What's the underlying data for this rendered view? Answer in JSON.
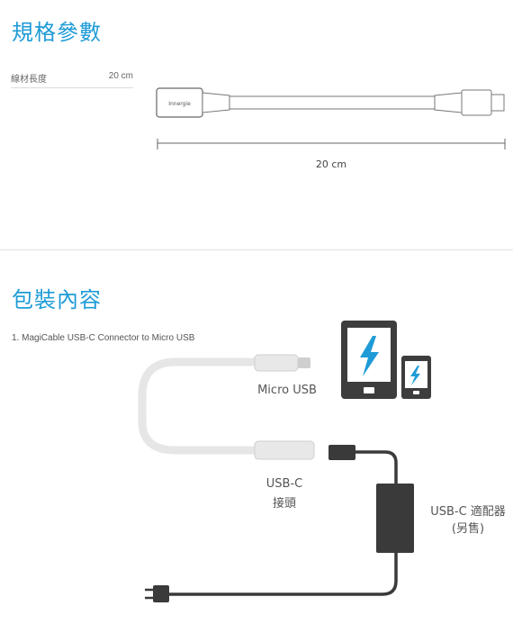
{
  "spec": {
    "title": "規格參數",
    "rows": [
      {
        "label": "線材長度",
        "value": "20 cm"
      }
    ],
    "cable_brand": "Innergie",
    "dimension": "20 cm"
  },
  "package": {
    "title": "包裝內容",
    "item": "1. MagiCable USB-C Connector to Micro USB",
    "micro_usb_label": "Micro USB",
    "usb_c_label_1": "USB-C",
    "usb_c_label_2": "接頭",
    "adapter_label_1": "USB-C 適配器",
    "adapter_label_2": "(另售)"
  },
  "colors": {
    "accent": "#1e9bd7",
    "device": "#404040",
    "bolt": "#1e9bd7"
  }
}
